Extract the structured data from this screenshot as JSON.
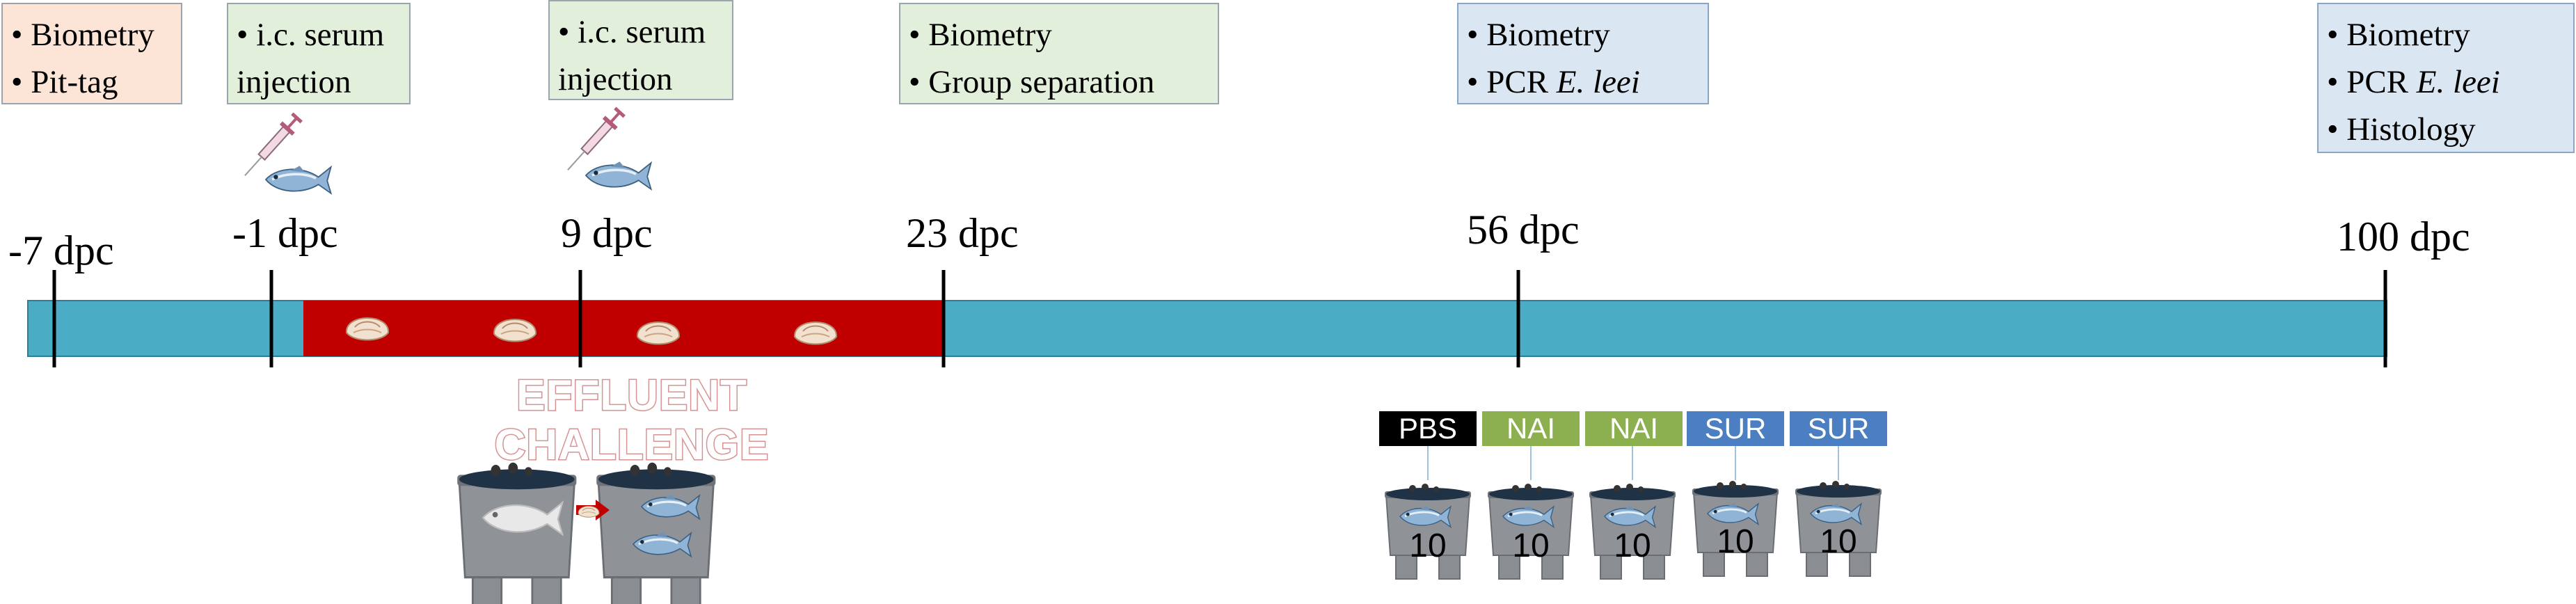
{
  "boxes": {
    "b1": {
      "lines": [
        "• Biometry",
        "• Pit-tag"
      ]
    },
    "b2": {
      "lines": [
        "• i.c. serum",
        "injection"
      ]
    },
    "b3": {
      "lines": [
        "• i.c. serum",
        "injection"
      ]
    },
    "b4": {
      "lines": [
        "• Biometry",
        "• Group separation"
      ]
    },
    "b5": {
      "line1": "• Biometry",
      "line2_prefix": "• PCR ",
      "line2_italic": "E. leei"
    },
    "b6": {
      "line1": "• Biometry",
      "line2_prefix": "• PCR ",
      "line2_italic": "E. leei",
      "line3": "• Histology"
    }
  },
  "timepoints": [
    "-7 dpc",
    "-1 dpc",
    "9 dpc",
    "23 dpc",
    "56 dpc",
    "100 dpc"
  ],
  "challenge_label": "EFFLUENT CHALLENGE",
  "groups": [
    "PBS",
    "NAI",
    "NAI",
    "SUR",
    "SUR"
  ],
  "tank_counts": [
    "10",
    "10",
    "10",
    "10",
    "10"
  ],
  "colors": {
    "timeline_bar": "#4bacc6",
    "challenge_band": "#c00000",
    "tag_pbs": "#000000",
    "tag_nai": "#8cb04f",
    "tag_sur": "#4c7fc1",
    "box_orange": "#fce4d6",
    "box_green": "#e2efda",
    "box_blue": "#dae6f2"
  },
  "icons": [
    "syringe-icon",
    "fish-icon",
    "parasite-icon",
    "tank-icon"
  ]
}
